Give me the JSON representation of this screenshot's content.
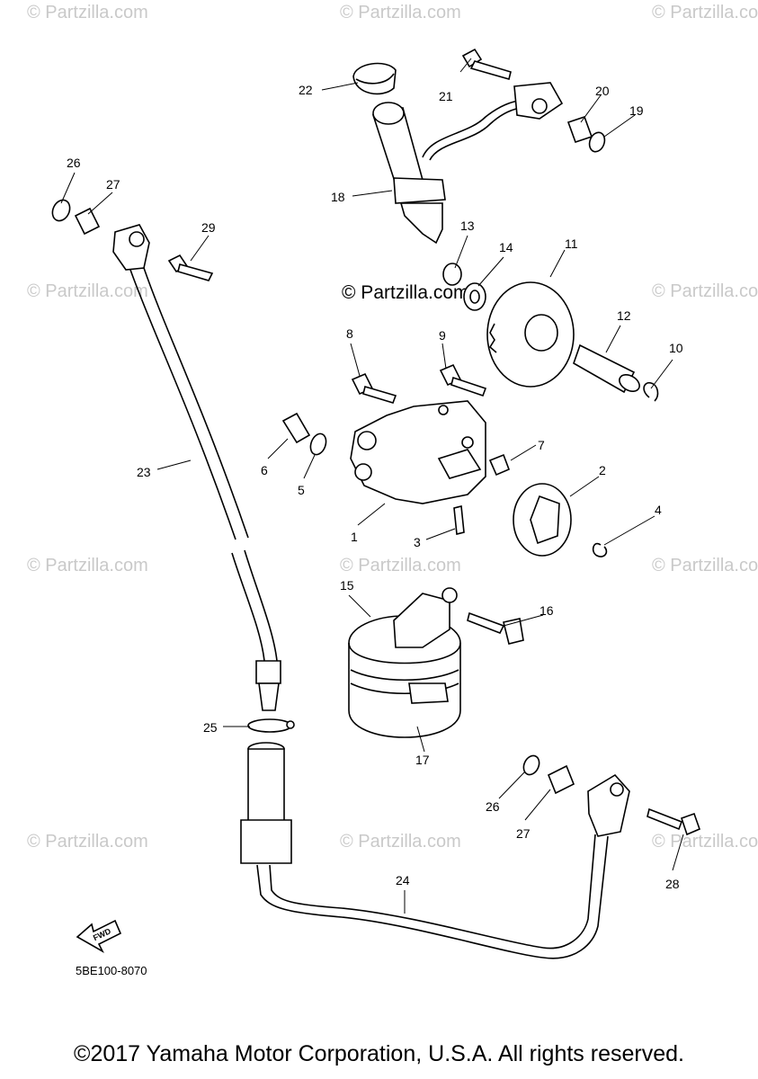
{
  "watermark": {
    "repeat_text": "© Partzilla.com",
    "center_text": "© Partzilla.com"
  },
  "diagram_code": "5BE100-8070",
  "direction_label": "FWD",
  "footer": "©2017 Yamaha Motor Corporation, U.S.A. All rights reserved.",
  "callouts": {
    "c1": "1",
    "c2": "2",
    "c3": "3",
    "c4": "4",
    "c5": "5",
    "c6": "6",
    "c7": "7",
    "c8": "8",
    "c9": "9",
    "c10": "10",
    "c11": "11",
    "c12": "12",
    "c13": "13",
    "c14": "14",
    "c15": "15",
    "c16": "16",
    "c17": "17",
    "c18": "18",
    "c19": "19",
    "c20": "20",
    "c21": "21",
    "c22": "22",
    "c23": "23",
    "c24": "24",
    "c25": "25",
    "c26a": "26",
    "c27a": "27",
    "c26b": "26",
    "c27b": "27",
    "c28": "28",
    "c29": "29"
  }
}
